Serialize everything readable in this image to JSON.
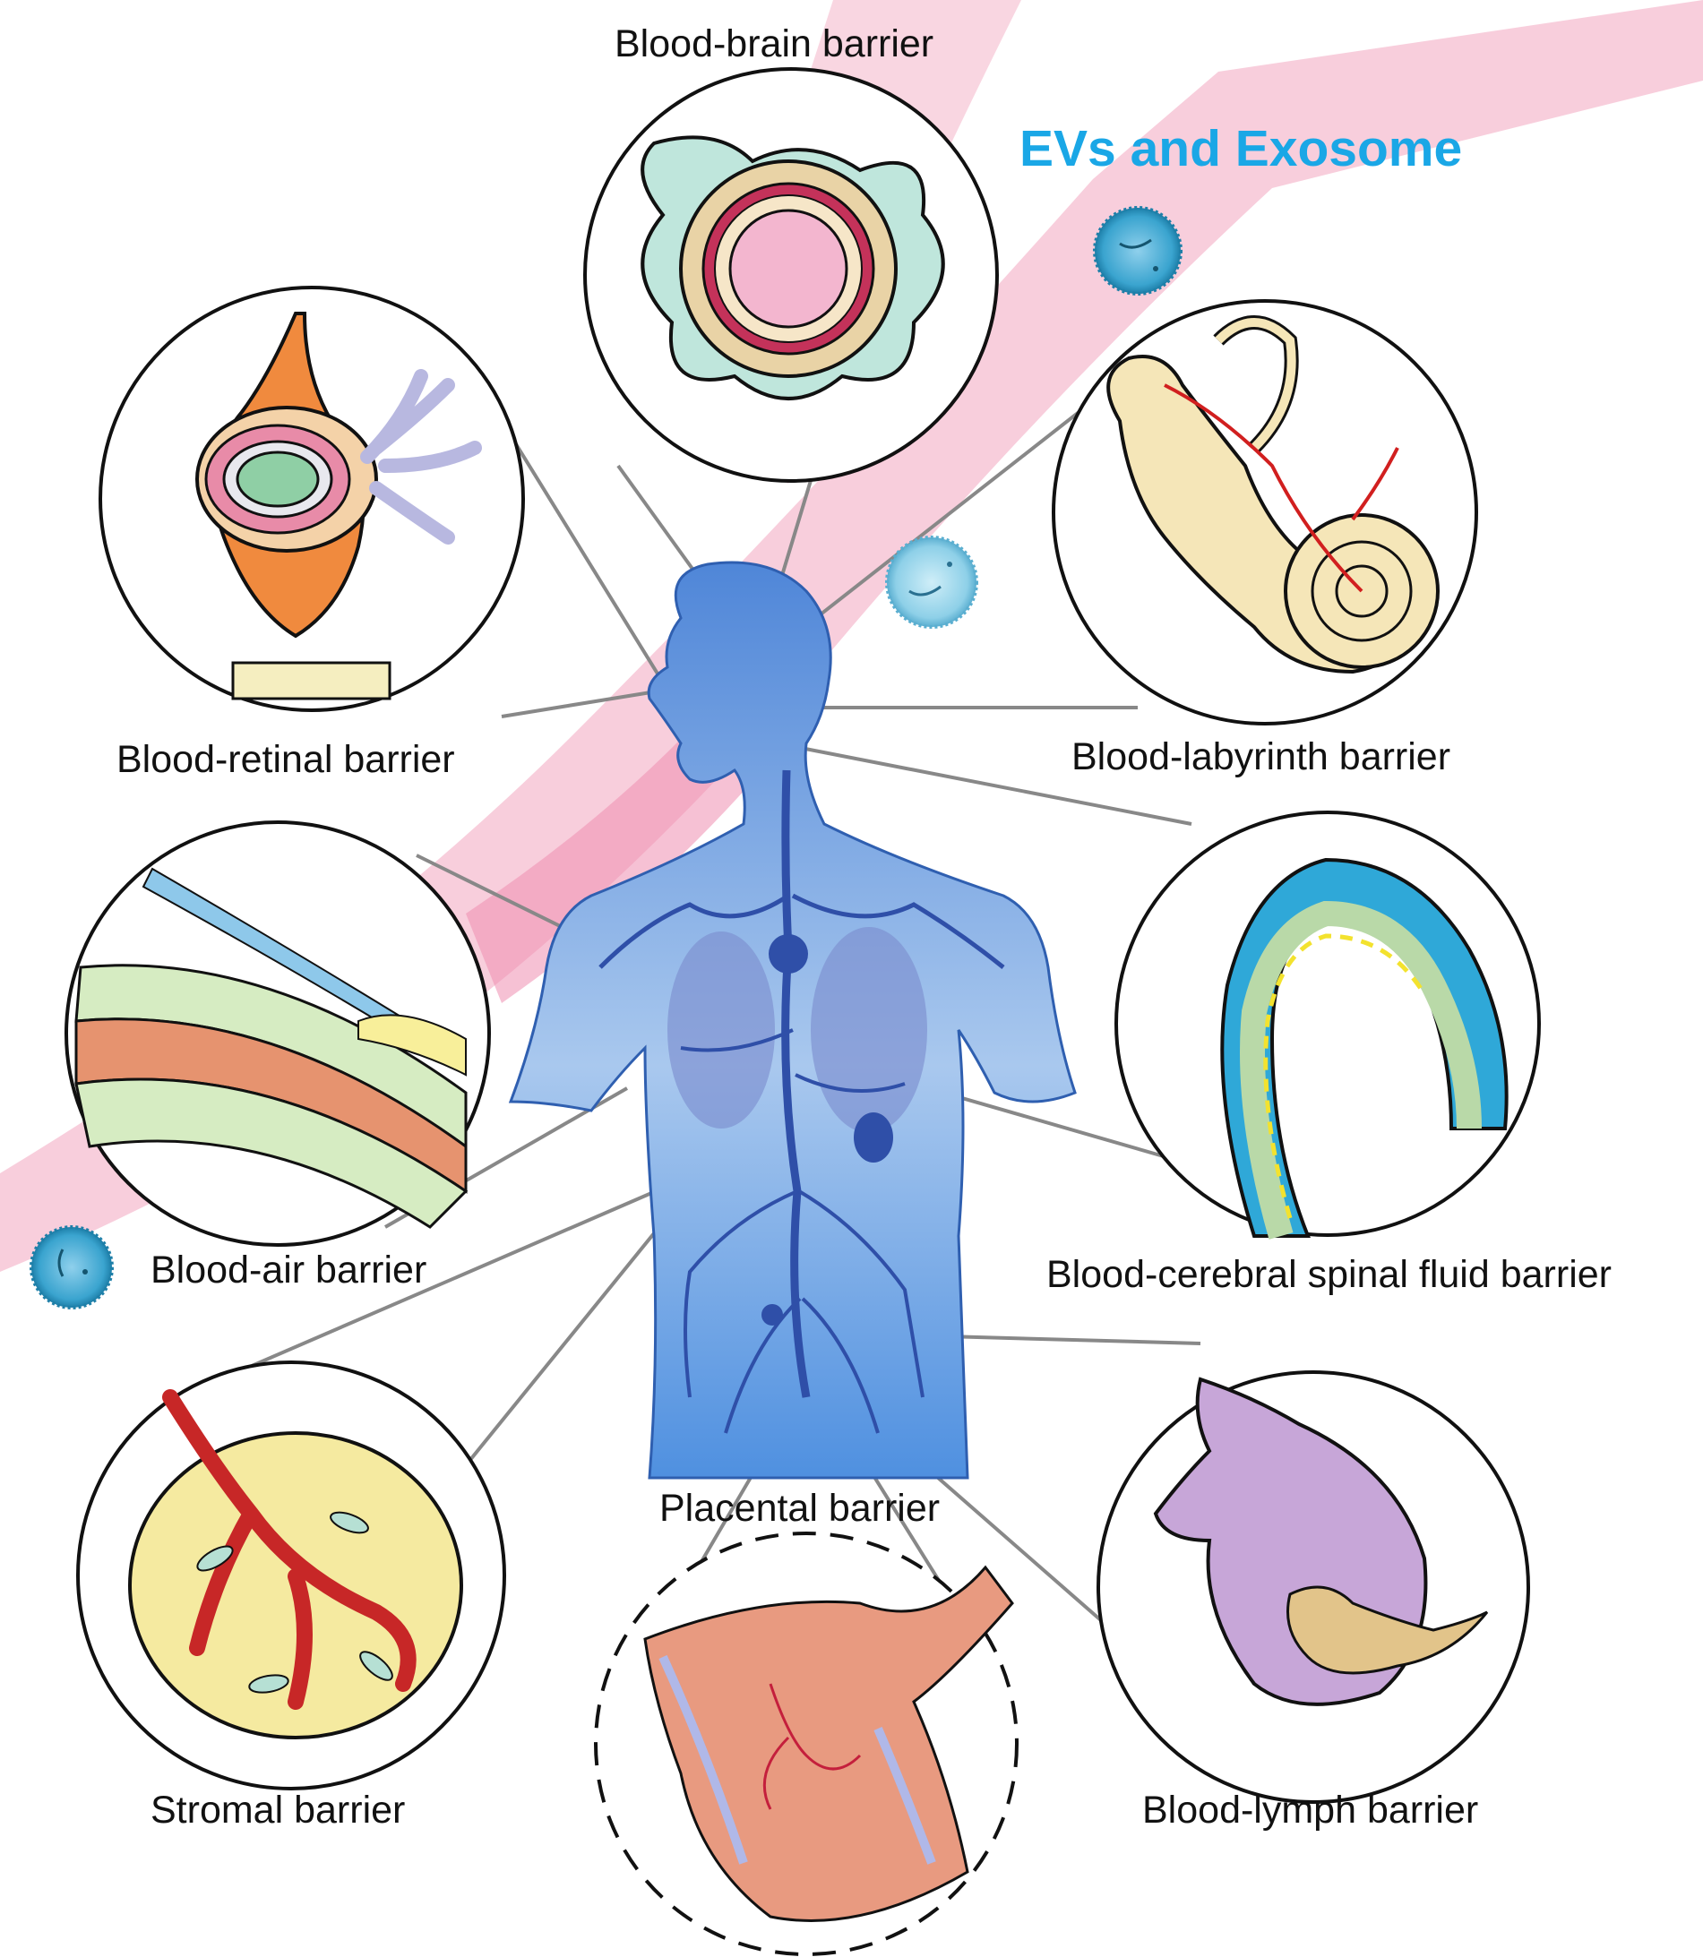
{
  "title": "EVs and Exosome",
  "colors": {
    "title": "#1aa7e6",
    "ribbon": "#f6c6d6",
    "body_blue": "#5f97e0",
    "vessel": "#2f4fa8",
    "exosome": "#3aa4cf",
    "connector": "#808080"
  },
  "barriers": [
    {
      "id": "brain",
      "label": "Blood-brain barrier",
      "icon": "neurovascular-unit-icon"
    },
    {
      "id": "retinal",
      "label": "Blood-retinal barrier",
      "icon": "retinal-capillary-icon"
    },
    {
      "id": "labyrinth",
      "label": "Blood-labyrinth barrier",
      "icon": "inner-ear-icon"
    },
    {
      "id": "air",
      "label": "Blood-air barrier",
      "icon": "alveolar-wall-icon"
    },
    {
      "id": "csf",
      "label": "Blood-cerebral spinal fluid barrier",
      "icon": "choroid-plexus-icon"
    },
    {
      "id": "stromal",
      "label": "Stromal barrier",
      "icon": "stromal-tissue-icon"
    },
    {
      "id": "placental",
      "label": "Placental barrier",
      "icon": "placental-villus-icon"
    },
    {
      "id": "lymph",
      "label": "Blood-lymph barrier",
      "icon": "lymph-node-icon"
    }
  ]
}
